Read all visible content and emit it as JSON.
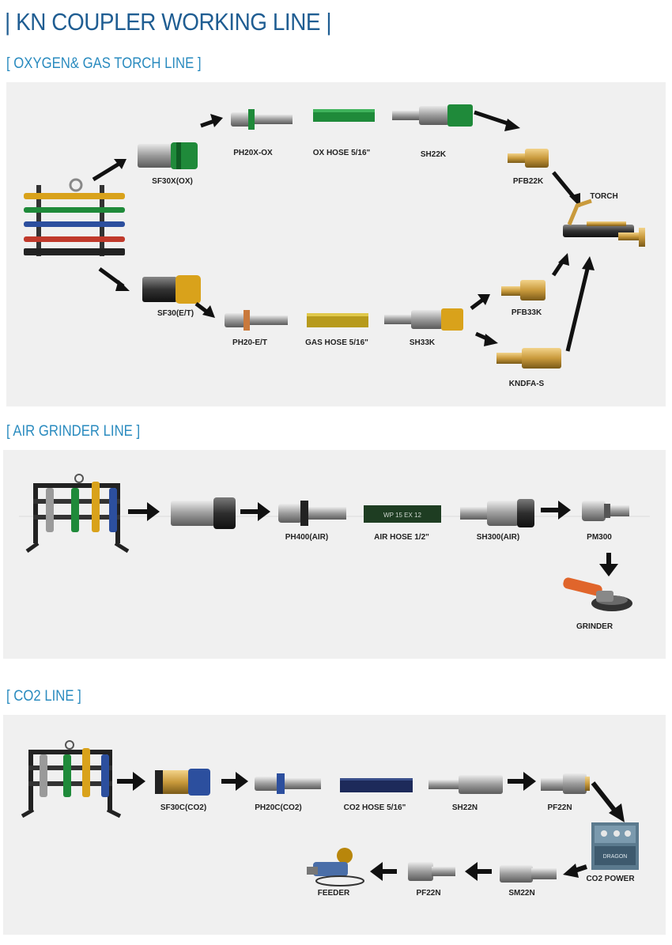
{
  "page": {
    "title": "KN COUPLER WORKING LINE",
    "title_bar": "|"
  },
  "oxygen": {
    "section": "[ OXYGEN& GAS TORCH LINE ]",
    "labels": {
      "sf30x": "SF30X(OX)",
      "ph20x": "PH20X-OX",
      "oxhose": "OX HOSE 5/16\"",
      "sh22k": "SH22K",
      "pfb22k": "PFB22K",
      "torch": "TORCH",
      "sf30et": "SF30(E/T)",
      "ph20et": "PH20-E/T",
      "gashose": "GAS HOSE 5/16\"",
      "sh33k": "SH33K",
      "pfb33k": "PFB33K",
      "kndfa": "KNDFA-S"
    }
  },
  "air": {
    "section": "[ AIR GRINDER LINE ]",
    "labels": {
      "ph400": "PH400(AIR)",
      "airhose": "AIR HOSE 1/2\"",
      "sh300": "SH300(AIR)",
      "pm300": "PM300",
      "grinder": "GRINDER"
    },
    "hose_text": "WP 15    EX 12"
  },
  "co2": {
    "section": "[ CO2 LINE ]",
    "labels": {
      "sf30c": "SF30C(CO2)",
      "ph20c": "PH20C(CO2)",
      "co2hose": "CO2 HOSE 5/16\"",
      "sh22n": "SH22N",
      "pf22n_top": "PF22N",
      "co2power": "CO2 POWER",
      "sm22n": "SM22N",
      "pf22n_bottom": "PF22N",
      "feeder": "FEEDER"
    },
    "machine_brand": "DRAGON"
  },
  "colors": {
    "title": "#1f5d92",
    "section": "#2a8bbf",
    "panel": "#f0f0f0",
    "ox_green": "#1f8a3a",
    "gas_yellow": "#d9a21b",
    "co2_blue": "#2c4f9e",
    "brass": "#c99a3c"
  }
}
